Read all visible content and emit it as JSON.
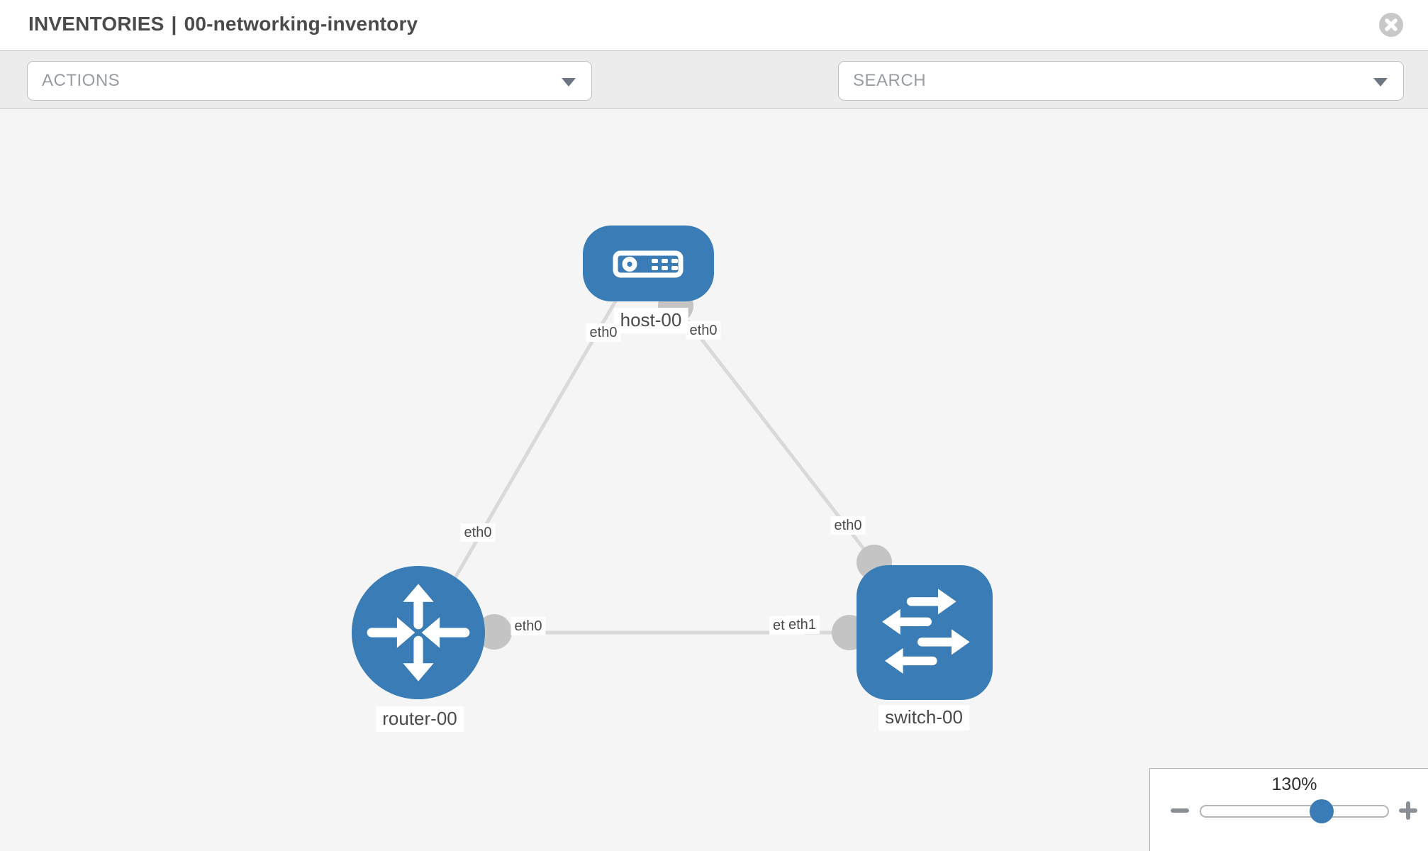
{
  "header": {
    "title_primary": "INVENTORIES",
    "title_separator": "|",
    "title_secondary": "00-networking-inventory"
  },
  "toolbar": {
    "actions_label": "ACTIONS",
    "search_label": "SEARCH",
    "icons": [
      "wrench-icon",
      "key-icon"
    ]
  },
  "topology": {
    "nodes": [
      {
        "id": "host-00",
        "label": "host-00",
        "type": "host",
        "shape": "rounded-rect"
      },
      {
        "id": "router-00",
        "label": "router-00",
        "type": "router",
        "shape": "circle"
      },
      {
        "id": "switch-00",
        "label": "switch-00",
        "type": "switch",
        "shape": "rounded-square"
      }
    ],
    "links": [
      {
        "from": "host-00",
        "to": "router-00",
        "from_interface": "eth0",
        "to_interface": "eth0"
      },
      {
        "from": "host-00",
        "to": "switch-00",
        "from_interface": "eth0",
        "to_interface": "eth0"
      },
      {
        "from": "router-00",
        "to": "switch-00",
        "from_interface": "eth0",
        "to_interface": "eth1"
      }
    ],
    "labels": {
      "host": "host-00",
      "router": "router-00",
      "switch": "switch-00",
      "host_to_router_host_if": "eth0",
      "host_to_router_router_if": "eth0",
      "host_to_switch_host_if": "eth0",
      "host_to_switch_switch_if": "eth0",
      "router_to_switch_router_if": "eth0",
      "router_to_switch_switch_if_under": "eth0",
      "router_to_switch_switch_if": "eth1"
    }
  },
  "zoom_panel": {
    "zoom_level": "130%",
    "slider_value": 130
  },
  "colors": {
    "node_blue": "#3a7cb5",
    "link_gray": "#d9d9d9",
    "port_gray": "#c4c4c4",
    "canvas_bg": "#f5f5f6",
    "toolbar_bg": "#ececec",
    "chip_text": "#4a4a4a"
  }
}
